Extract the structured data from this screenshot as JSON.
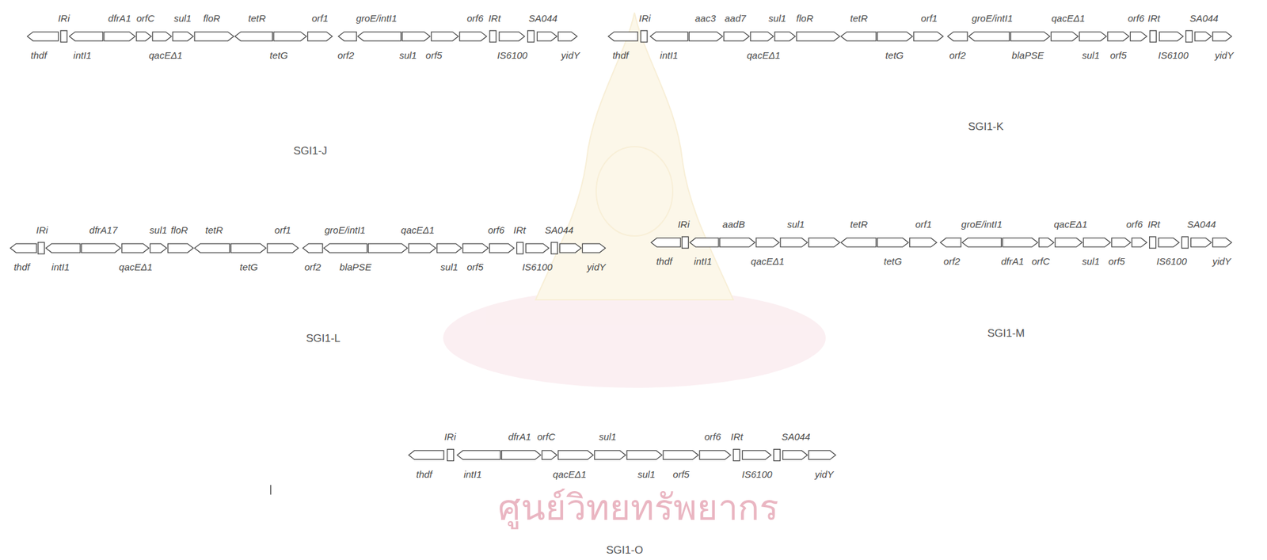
{
  "diagram": {
    "labels": [
      "thdf",
      "IRi",
      "intI1",
      "dfrA1",
      "orfC",
      "qacEΔ1",
      "sul1",
      "floR",
      "tetR",
      "tetG",
      "orf1",
      "orf2",
      "groE/intI1",
      "sul1",
      "orf5",
      "orf6",
      "IRt",
      "IS6100",
      "SA044",
      "yidY",
      "IRi",
      "thdf",
      "intI1",
      "aac3",
      "aad7",
      "qacEΔ1",
      "sul1",
      "floR",
      "tetR",
      "tetG",
      "orf1",
      "orf2",
      "groE/intI1",
      "blaPSE",
      "qacEΔ1",
      "sul1",
      "orf5",
      "orf6",
      "IRt",
      "IS6100",
      "SA044",
      "yidY",
      "IRi",
      "thdf",
      "intI1",
      "dfrA17",
      "qacEΔ1",
      "sul1",
      "floR",
      "tetR",
      "tetG",
      "orf1",
      "orf2",
      "groE/intI1",
      "blaPSE",
      "qacEΔ1",
      "sul1",
      "orf5",
      "orf6",
      "IRt",
      "IS6100",
      "SA044",
      "yidY",
      "IRi",
      "thdf",
      "intI1",
      "aadB",
      "qacEΔ1",
      "sul1",
      "tetR",
      "tetG",
      "orf1",
      "orf2",
      "groE/intI1",
      "dfrA1",
      "orfC",
      "qacEΔ1",
      "sul1",
      "orf5",
      "orf6",
      "IRt",
      "IS6100",
      "SA044",
      "yidY",
      "IRi",
      "thdf",
      "intI1",
      "dfrA1",
      "orfC",
      "qacEΔ1",
      "sul1",
      "sul1",
      "orf5",
      "orf6",
      "IRt",
      "IS6100",
      "SA044",
      "yidY",
      "SGI1-J",
      "SGI1-K",
      "SGI1-L",
      "SGI1-M",
      "SGI1-O",
      "ศูนย์วิทยทรัพยากร"
    ]
  }
}
